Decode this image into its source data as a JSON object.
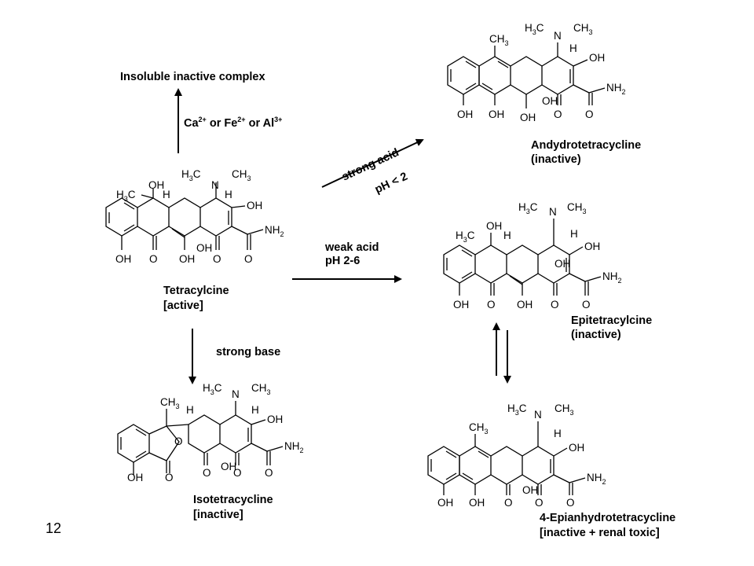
{
  "slide_number": "12",
  "colors": {
    "ink": "#000000",
    "background": "#ffffff"
  },
  "compounds": {
    "tetracycline": {
      "name": "Tetracylcine",
      "status": "[active]"
    },
    "anhydro": {
      "name": "Andydrotetracycline",
      "status": "(inactive)"
    },
    "epi": {
      "name": "Epitetracylcine",
      "status": "(inactive)"
    },
    "isotetra": {
      "name": "Isotetracycline",
      "status": "[inactive]"
    },
    "epianhydro": {
      "name": "4-Epianhydrotetracycline",
      "status": "[inactive + renal toxic]"
    },
    "complex": {
      "name": "Insoluble inactive complex"
    }
  },
  "conditions": {
    "metal_ions": {
      "ca": "Ca",
      "ca_charge": "2+",
      "or1": "or",
      "fe": "Fe",
      "fe_charge": "2+",
      "or2": "or",
      "al": "Al",
      "al_charge": "3+"
    },
    "strong_acid": "strong acid",
    "ph_lt2": "pH < 2",
    "weak_acid": "weak acid",
    "ph_2_6": "pH 2-6",
    "strong_base": "strong base"
  },
  "atoms": {
    "oh": "OH",
    "o": "O",
    "n": "N",
    "h": "H",
    "ch3": "CH",
    "h3c": "H",
    "nh2": "NH",
    "sub3": "3",
    "sub2": "2"
  }
}
